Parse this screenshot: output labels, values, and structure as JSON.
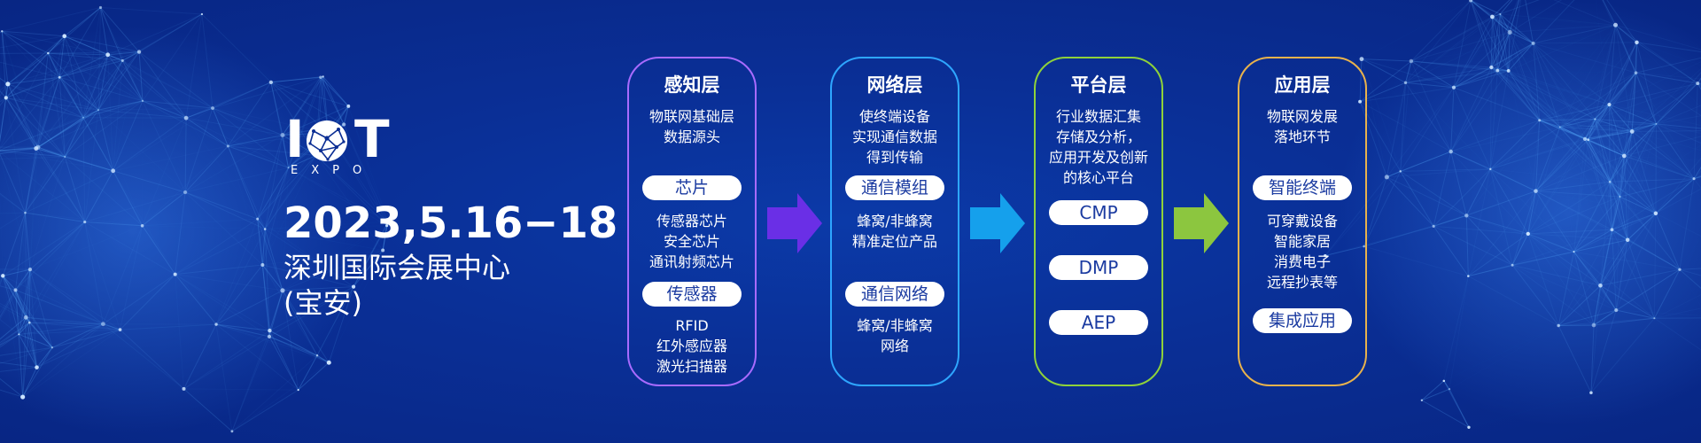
{
  "branding": {
    "logo_left": "I",
    "logo_right": "T",
    "logo_sub": "EXPO",
    "date": "2023,5.16−18",
    "venue_line1": "深圳国际会展中心",
    "venue_line2": "(宝安)"
  },
  "colors": {
    "background": "#0a2d93",
    "perception": "#a86bff",
    "network": "#2ea6ff",
    "platform": "#8fd23a",
    "application": "#e8b24c",
    "arrow_1": "#6a2fe6",
    "arrow_2": "#15a0ec",
    "arrow_3": "#8cc63f",
    "pill_text": "#1b3ba1"
  },
  "layers": {
    "perception": {
      "title": "感知层",
      "desc": [
        "物联网基础层",
        "数据源头"
      ],
      "pill1": "芯片",
      "items1": [
        "传感器芯片",
        "安全芯片",
        "通讯射频芯片"
      ],
      "pill2": "传感器",
      "items2": [
        "RFID",
        "红外感应器",
        "激光扫描器"
      ]
    },
    "network": {
      "title": "网络层",
      "desc": [
        "使终端设备",
        "实现通信数据",
        "得到传输"
      ],
      "pill1": "通信模组",
      "items1": [
        "蜂窝/非蜂窝",
        "精准定位产品"
      ],
      "pill2": "通信网络",
      "items2": [
        "蜂窝/非蜂窝",
        "网络"
      ]
    },
    "platform": {
      "title": "平台层",
      "desc": [
        "行业数据汇集",
        "存储及分析，",
        "应用开发及创新",
        "的核心平台"
      ],
      "pills": [
        "CMP",
        "DMP",
        "AEP"
      ]
    },
    "application": {
      "title": "应用层",
      "desc": [
        "物联网发展",
        "落地环节"
      ],
      "pill1": "智能终端",
      "items1": [
        "可穿戴设备",
        "智能家居",
        "消费电子",
        "远程抄表等"
      ],
      "pill2": "集成应用"
    }
  }
}
